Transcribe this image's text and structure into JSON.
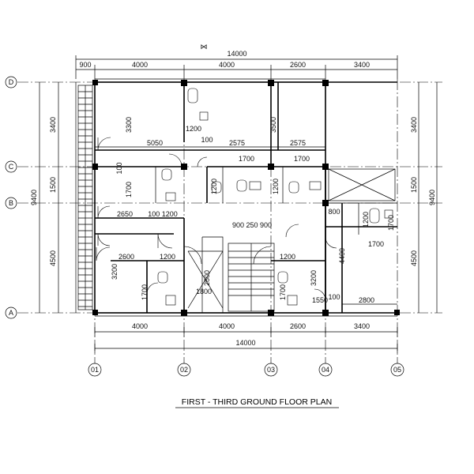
{
  "title": "FIRST - THIRD GROUND FLOOR PLAN",
  "axes_top": [
    "D",
    "C",
    "B",
    "A"
  ],
  "axes_bottom": [
    "01",
    "02",
    "03",
    "04",
    "05"
  ],
  "top_overall": "14000",
  "top_segments": [
    "900",
    "4000",
    "4000",
    "2600",
    "3400"
  ],
  "bottom_segments": [
    "4000",
    "4000",
    "2600",
    "3400"
  ],
  "bottom_overall": "14000",
  "left_overall": "9400",
  "left_segments": [
    "3400",
    "1500",
    "4500"
  ],
  "right_overall": "9400",
  "right_segments": [
    "3400",
    "1500",
    "4500"
  ],
  "interior_dims": {
    "d3300": "3300",
    "d1200_top": "1200",
    "d3500": "3500",
    "d5050": "5050",
    "d2575a": "2575",
    "d2575b": "2575",
    "d100a": "100",
    "d1700_top": "1700",
    "d1700_left": "1700",
    "d100_left": "100",
    "d1200_v1": "1200",
    "d1200_v2": "1200",
    "d2650": "2650",
    "d100_1200": "100 1200",
    "d900_250_900": "900 250 900",
    "d800": "800",
    "d1200_right": "1200",
    "d1700_right": "1700",
    "d3200_left": "3200",
    "d2600_left": "2600",
    "d1200_mid": "1200",
    "d2800_v": "2800",
    "d1800": "1800",
    "d1700_bl": "1700",
    "d1200_stair": "1200",
    "d3200_right": "3200",
    "d4400": "4400",
    "d1700_bm": "1700",
    "d1550": "1550",
    "d100_b": "100",
    "d2800_b": "2800"
  }
}
